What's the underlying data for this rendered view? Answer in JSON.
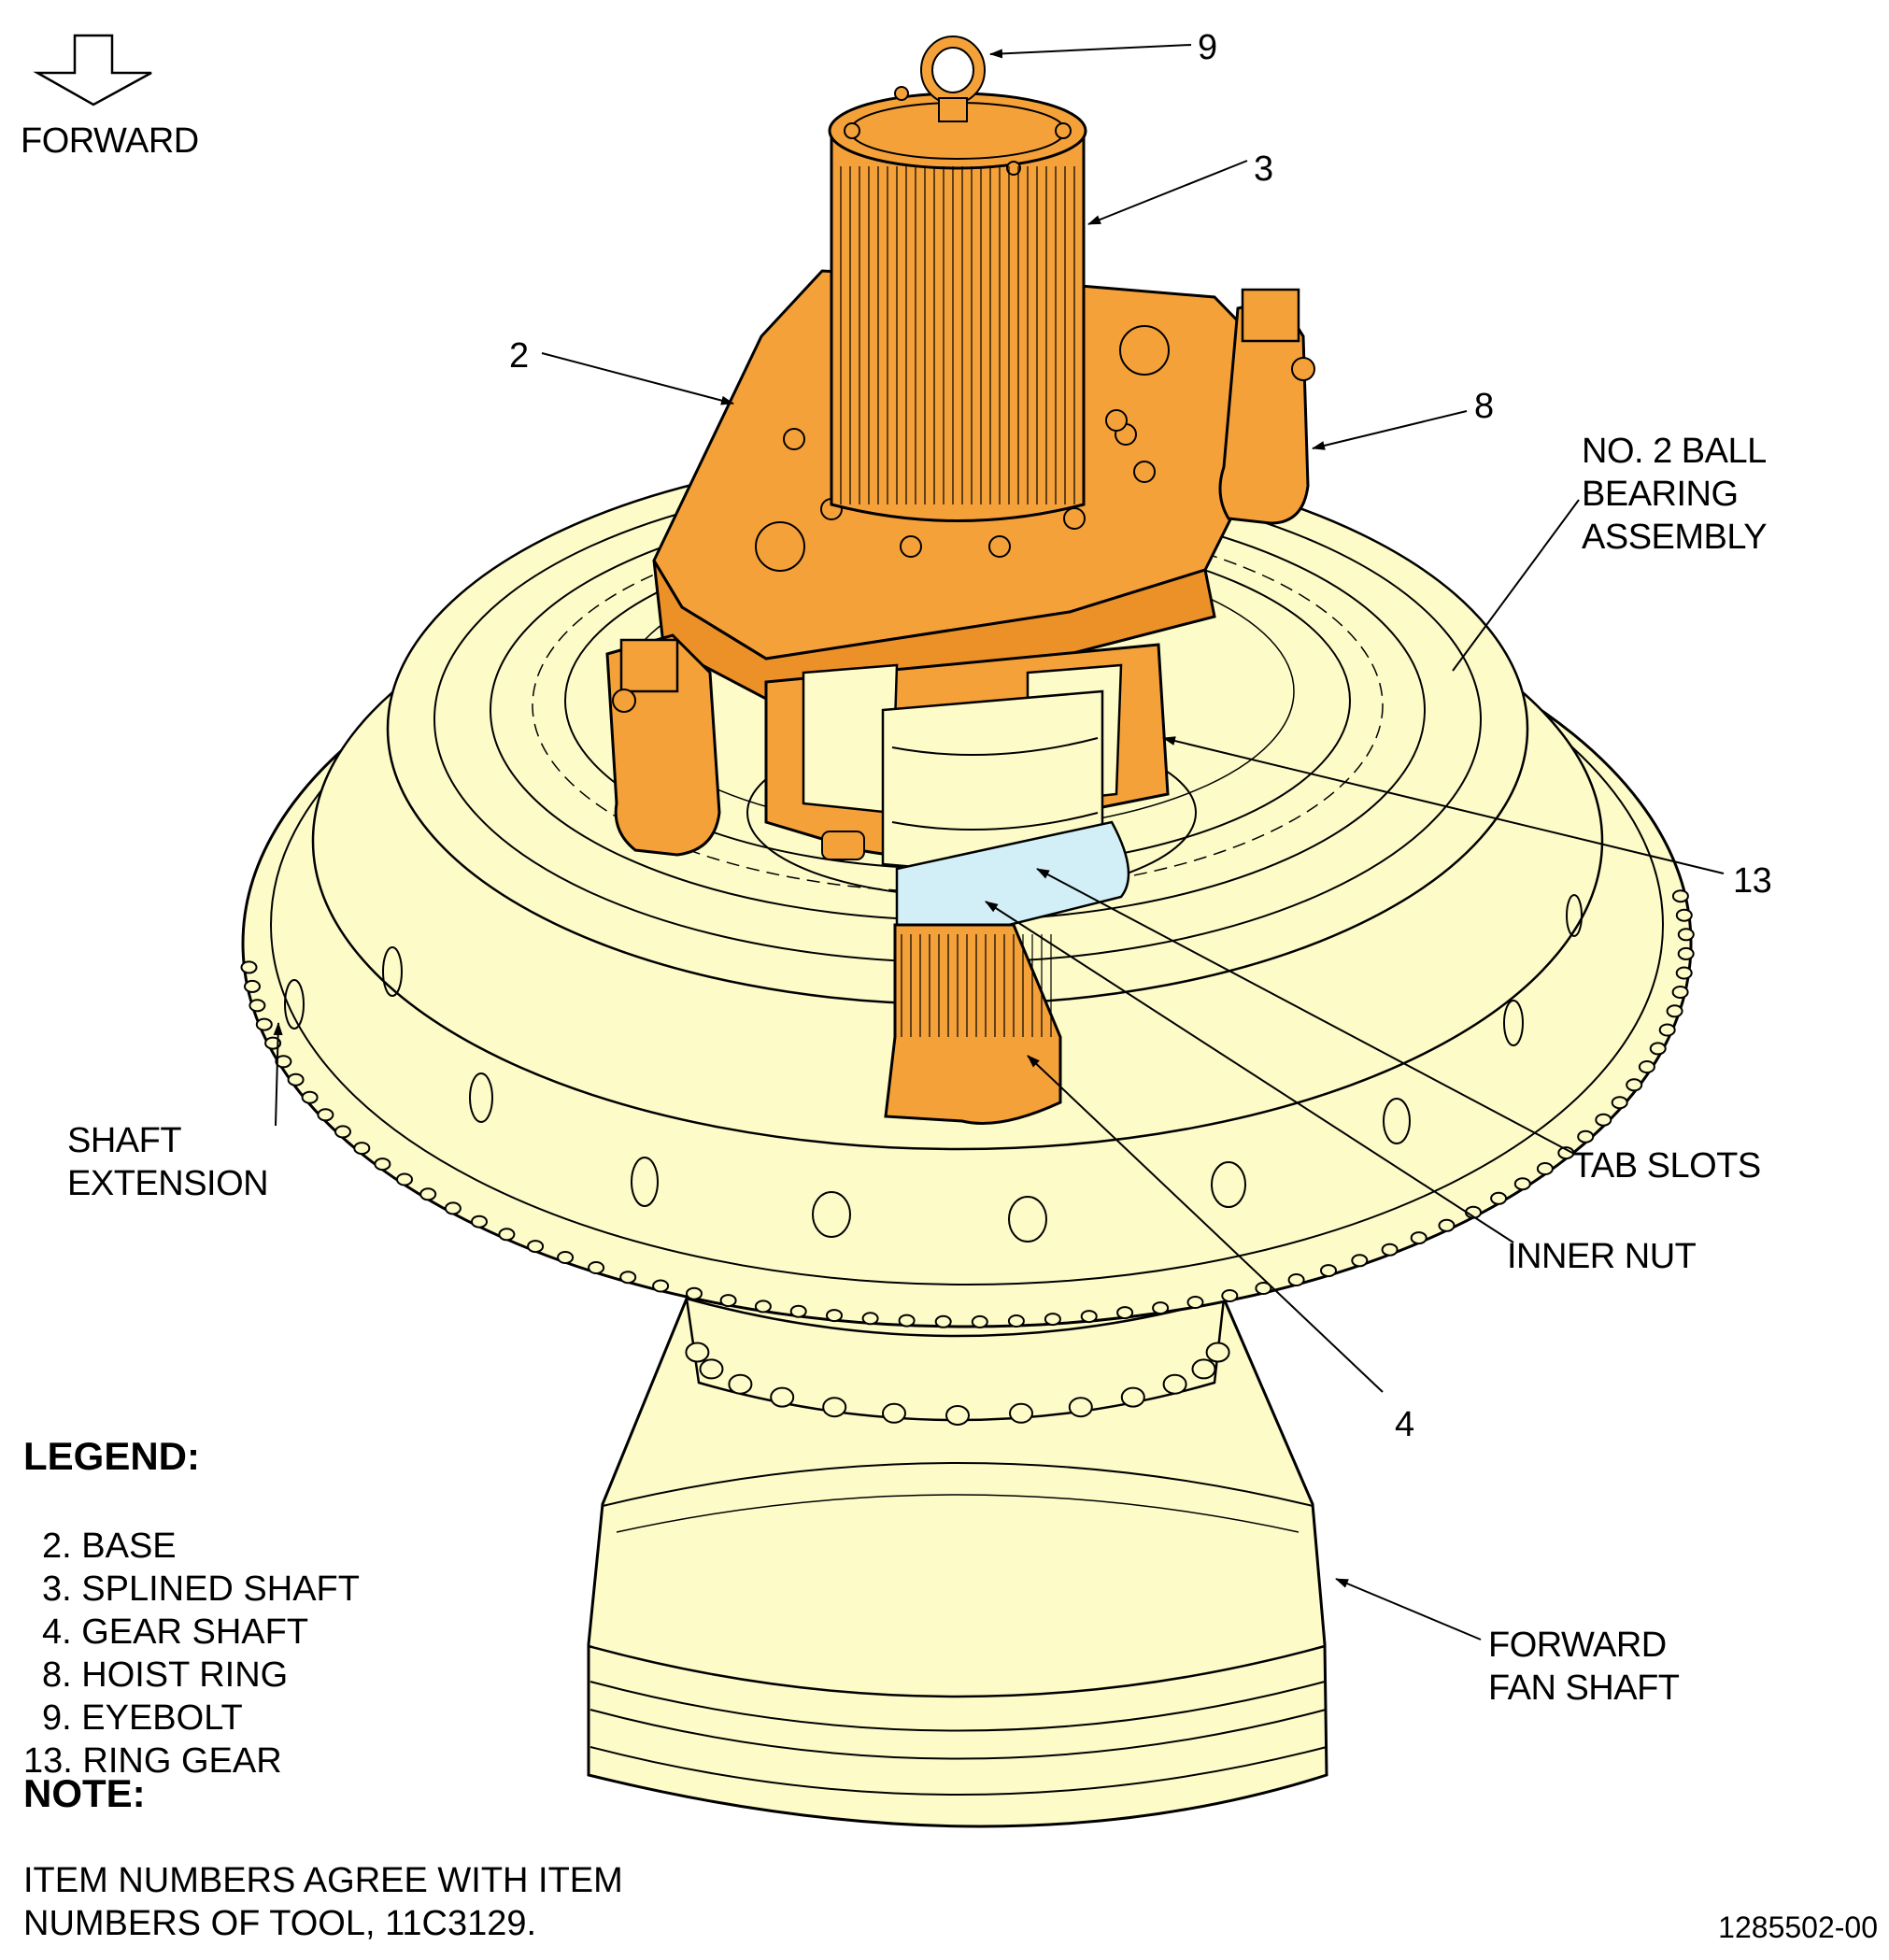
{
  "direction": {
    "label": "FORWARD",
    "icon": "forward-arrow-icon"
  },
  "callouts": {
    "item9": "9",
    "item3": "3",
    "item2": "2",
    "item8": "8",
    "item13": "13",
    "item4": "4",
    "bearing": [
      "NO. 2 BALL",
      "BEARING",
      "ASSEMBLY"
    ],
    "shaft_extension": [
      "SHAFT",
      "EXTENSION"
    ],
    "tab_slots": "TAB SLOTS",
    "inner_nut": "INNER NUT",
    "forward_fan_shaft": [
      "FORWARD",
      "FAN SHAFT"
    ]
  },
  "legend": {
    "title": "LEGEND:",
    "items": [
      "2. BASE",
      "3. SPLINED SHAFT",
      "4. GEAR SHAFT",
      "8. HOIST RING",
      "9. EYEBOLT",
      "13. RING GEAR"
    ]
  },
  "note": {
    "title": "NOTE:",
    "lines": [
      "ITEM NUMBERS AGREE WITH ITEM",
      "NUMBERS OF TOOL, 11C3129."
    ]
  },
  "figure_number": "1285502-00",
  "colors": {
    "part_fill": "#fdfbc8",
    "tool_orange": "#f5a13a",
    "nut_blue": "#d2eef7",
    "line": "#000000"
  }
}
